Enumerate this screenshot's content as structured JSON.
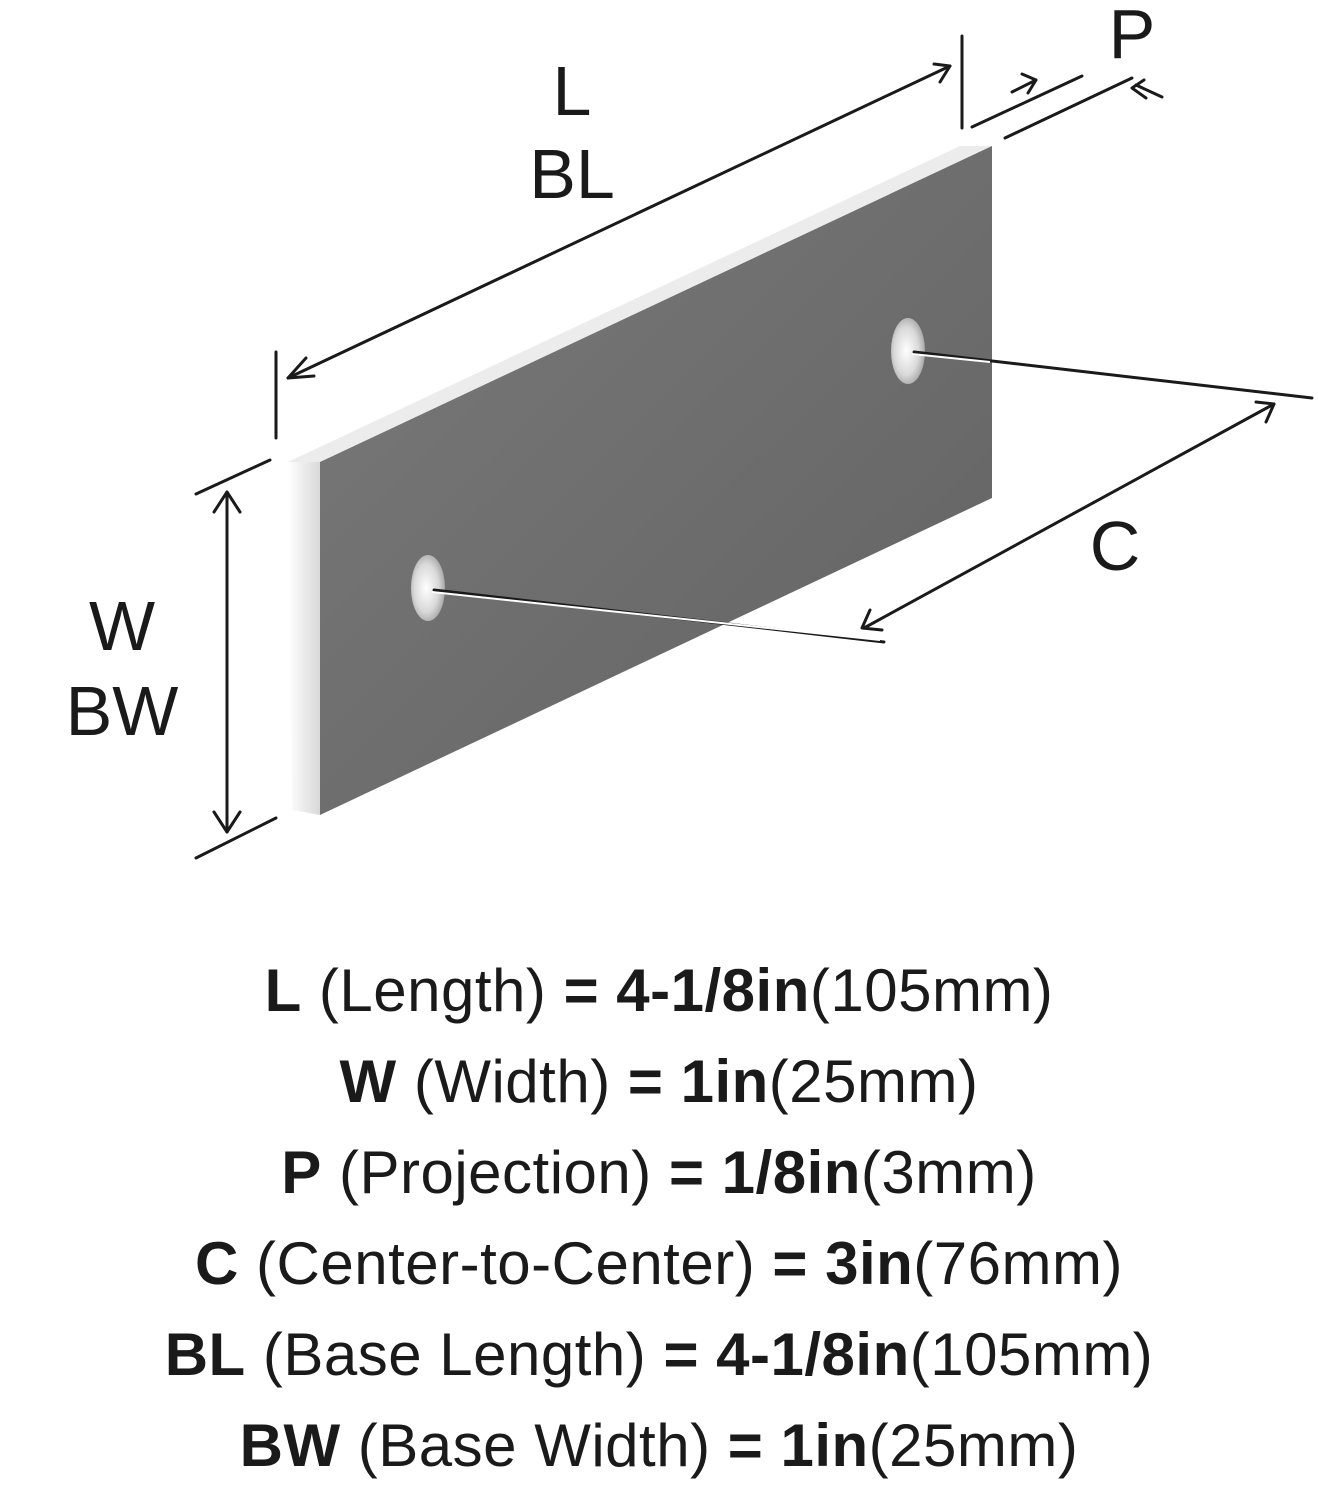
{
  "diagram": {
    "labels": {
      "length": "L",
      "base_length": "BL",
      "projection": "P",
      "width": "W",
      "base_width": "BW",
      "center_to_center": "C"
    },
    "colors": {
      "plate_face": "#6f6f6f",
      "plate_edge": "#e9e9e9",
      "line": "#1a1a1a",
      "background": "#ffffff"
    }
  },
  "specs": [
    {
      "abbr": "L",
      "name": "(Length)",
      "eq": "=",
      "value": "4-1/8in",
      "metric": "(105mm)"
    },
    {
      "abbr": "W",
      "name": "(Width)",
      "eq": "=",
      "value": "1in",
      "metric": "(25mm)"
    },
    {
      "abbr": "P",
      "name": "(Projection)",
      "eq": "=",
      "value": "1/8in",
      "metric": "(3mm)"
    },
    {
      "abbr": "C",
      "name": "(Center-to-Center)",
      "eq": "=",
      "value": "3in",
      "metric": "(76mm)"
    },
    {
      "abbr": "BL",
      "name": "(Base Length)",
      "eq": "=",
      "value": "4-1/8in",
      "metric": "(105mm)"
    },
    {
      "abbr": "BW",
      "name": "(Base Width)",
      "eq": "=",
      "value": "1in",
      "metric": "(25mm)"
    }
  ]
}
